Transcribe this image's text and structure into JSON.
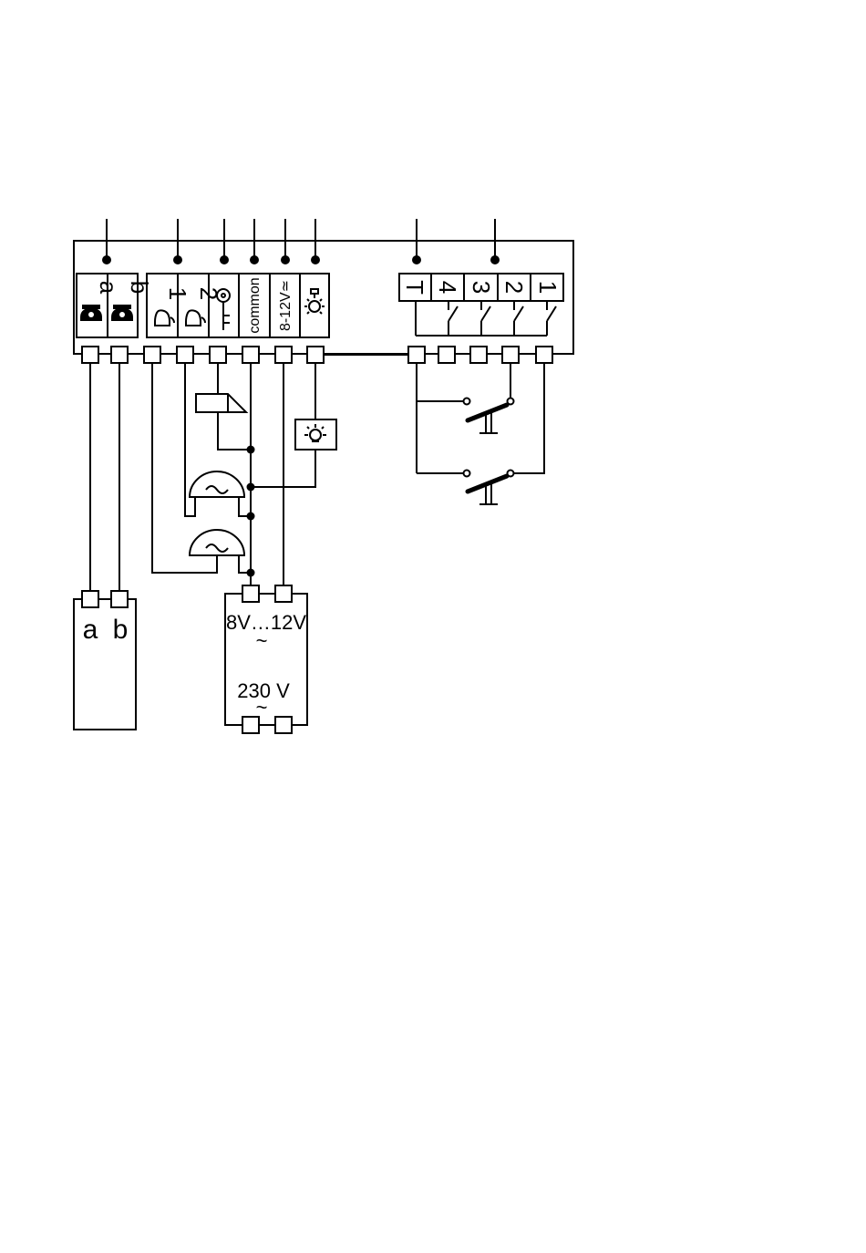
{
  "module": {
    "phone_labels": [
      "a",
      "b"
    ],
    "bell_labels": [
      "1",
      "2"
    ],
    "common_label": "common",
    "supply_label": "8-12V≃",
    "switch_labels": [
      "T",
      "4",
      "3",
      "2",
      "1"
    ]
  },
  "phone_box": {
    "labels": [
      "a",
      "b"
    ]
  },
  "transformer": {
    "low_voltage_label": "8V…12V",
    "mains_label": "230 V",
    "ac_symbol": "~"
  },
  "icons": [
    "telephone-icon",
    "bell-icon",
    "key-icon",
    "lamp-icon",
    "door-opener-icon",
    "buzzer-icon",
    "push-button-icon"
  ]
}
